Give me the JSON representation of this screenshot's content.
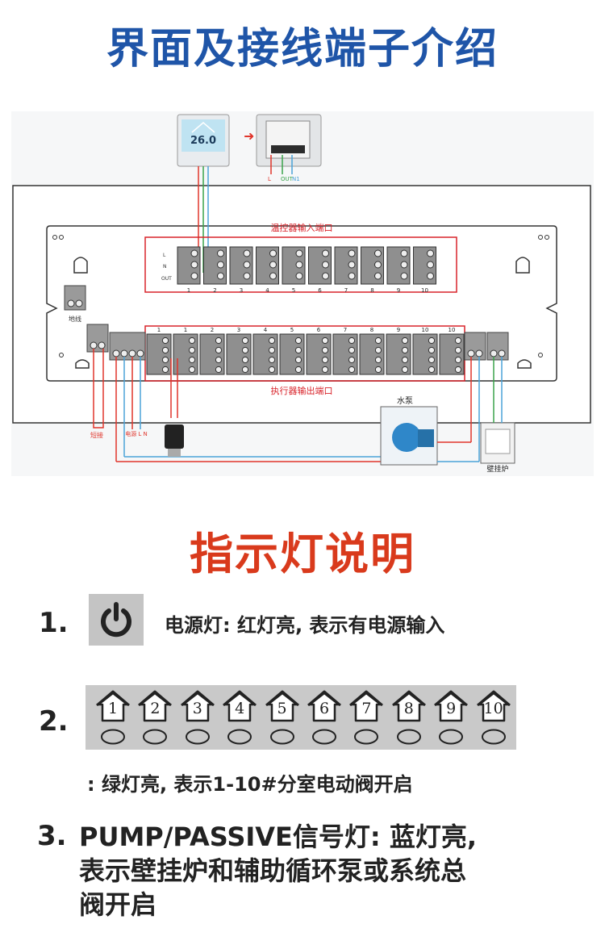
{
  "header": {
    "title": "界面及接线端子介绍"
  },
  "diagram": {
    "thermostat_display": "26.0",
    "thermostat_wiring_labels": [
      "L",
      "OUT",
      "N1"
    ],
    "input_section_label": "温控器输入端口",
    "output_section_label": "执行器输出端口",
    "input_terminal_rows": [
      "L",
      "N",
      "OUT"
    ],
    "input_ports": [
      "1",
      "2",
      "3",
      "4",
      "5",
      "6",
      "7",
      "8",
      "9",
      "10"
    ],
    "output_ports": [
      "1",
      "1",
      "2",
      "3",
      "4",
      "5",
      "6",
      "7",
      "8",
      "9",
      "10",
      "10"
    ],
    "ground_label": "地线",
    "short_label": "短接",
    "power_label": "电源 L  N",
    "pump_label": "水泵",
    "boiler_label": "壁挂炉"
  },
  "lights": {
    "title": "指示灯说明",
    "items": [
      {
        "number": "1.",
        "icon": "power-icon",
        "text": "电源灯: 红灯亮, 表示有电源输入"
      },
      {
        "number": "2.",
        "zones": [
          "1",
          "2",
          "3",
          "4",
          "5",
          "6",
          "7",
          "8",
          "9",
          "10"
        ],
        "text": ": 绿灯亮, 表示1-10#分室电动阀开启"
      },
      {
        "number": "3.",
        "text_line1": "PUMP/PASSIVE信号灯: 蓝灯亮,",
        "text_line2": "表示壁挂炉和辅助循环泵或系统总",
        "text_line3": "阀开启"
      }
    ]
  },
  "colors": {
    "title_blue": "#1f55a8",
    "title_red": "#d93a1c",
    "wire_red": "#e0352b",
    "wire_blue": "#4aa3d8",
    "wire_green": "#3aa34a",
    "section_box_red": "#d8232a"
  }
}
